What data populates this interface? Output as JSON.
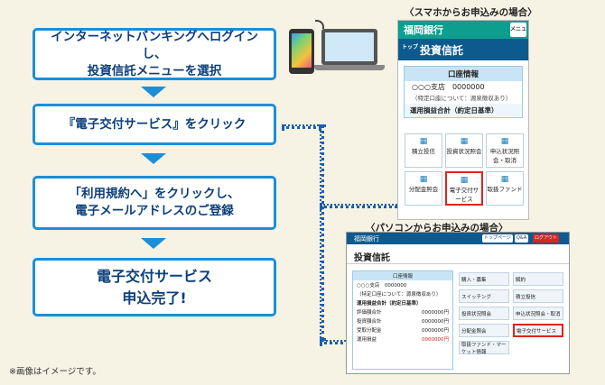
{
  "steps": {
    "s1_line1": "インターネットバンキングへログインし、",
    "s1_line2": "投資信託メニューを選択",
    "s2": "『電子交付サービス』をクリック",
    "s3_line1": "「利用規約へ」をクリックし、",
    "s3_line2": "電子メールアドレスのご登録",
    "s4_line1": "電子交付サービス",
    "s4_line2": "申込完了!"
  },
  "note": "※画像はイメージです。",
  "phone_caption": "〈スマホからお申込みの場合〉",
  "pc_caption": "〈パソコンからお申込みの場合〉",
  "phone": {
    "bank": "福岡銀行",
    "menu": "メニュー",
    "home": "トップ",
    "title": "投資信託",
    "account_header": "口座情報",
    "branch": "○○○支店　0000000",
    "tax_note": "（特定口座について：源泉徴収あり）",
    "pl_label": "運用損益合計（約定日基準）",
    "cells": [
      "積立投信",
      "投資状況照会",
      "申込状況照会・取消",
      "分配金照会",
      "電子交付サービス",
      "取扱ファンド"
    ]
  },
  "pc": {
    "bank": "福岡銀行",
    "btn_top": "トップページ",
    "btn_qa": "Q&A",
    "btn_logout": "ログアウト",
    "title": "投資信託",
    "account_header": "口座情報",
    "branch": "○○○支店　0000000",
    "tax_note": "（特定口座について：源泉徴収あり）",
    "pl_label": "運用損益合計（約定日基準）",
    "rows": [
      "評価額合計",
      "投資額合計",
      "受取分配金",
      "運用損益"
    ],
    "value": "0000000円",
    "cells": [
      "購入・募集",
      "解約",
      "スイッチング",
      "積立投信",
      "投資状況照会",
      "申込状況照会・取消",
      "分配金照会",
      "電子交付サービス",
      "取扱ファンド・マーケット情報",
      ""
    ]
  }
}
